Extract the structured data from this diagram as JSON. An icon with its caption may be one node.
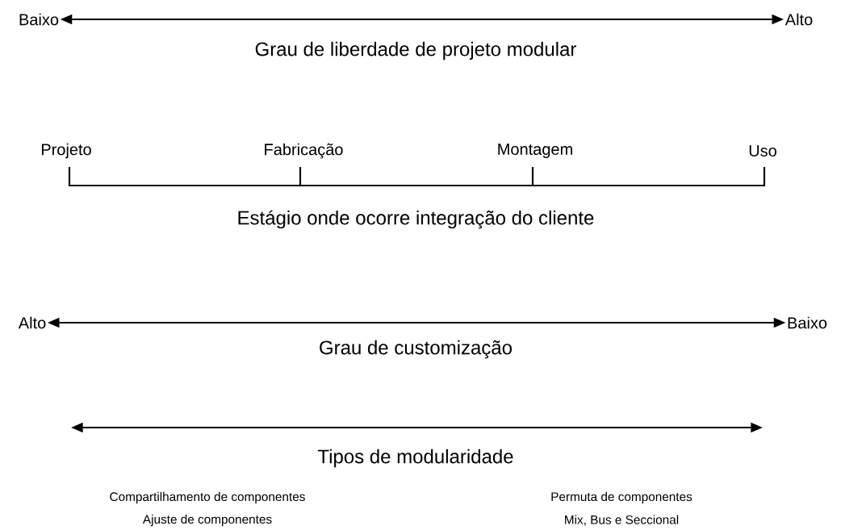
{
  "diagram": {
    "nodes": [
      {
        "text": [
          "Baixo"
        ]
      },
      {
        "text": [
          "Alto"
        ]
      },
      {
        "text": [
          "Alto"
        ]
      },
      {
        "text": [
          "Baixo"
        ]
      }
    ],
    "edges": [
      {
        "from": 0,
        "to": 1,
        "arrow": "both"
      },
      {
        "from": 2,
        "to": 3,
        "arrow": "both"
      }
    ],
    "labels": [
      "Grau de liberdade de projeto modular",
      "Projeto",
      "Fabricação",
      "Montagem",
      "Uso",
      "Estágio onde ocorre integração do cliente",
      "Grau de customização",
      "Tipos de modularidade",
      "Compartilhamento de componentes",
      "Permuta de componentes",
      "Ajuste de componentes",
      "Mix, Bus e Seccional"
    ]
  }
}
